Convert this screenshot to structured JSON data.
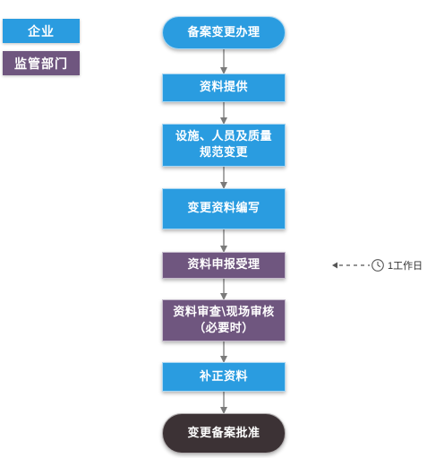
{
  "colors": {
    "enterprise": "#2a9ce0",
    "regulator": "#6f567f",
    "terminal_end": "#3c3235",
    "connector": "#7a7a7a"
  },
  "legend": {
    "enterprise": "企业",
    "regulator": "监管部门"
  },
  "nodes": [
    {
      "id": "n1",
      "role": "enterprise",
      "shape": "terminal",
      "lines": [
        "备案变更办理"
      ]
    },
    {
      "id": "n2",
      "role": "enterprise",
      "shape": "process",
      "lines": [
        "资料提供"
      ]
    },
    {
      "id": "n3",
      "role": "enterprise",
      "shape": "process",
      "lines": [
        "设施、人员及质量",
        "规范变更"
      ]
    },
    {
      "id": "n4",
      "role": "enterprise",
      "shape": "process",
      "lines": [
        "变更资料编写"
      ]
    },
    {
      "id": "n5",
      "role": "regulator",
      "shape": "process",
      "lines": [
        "资料申报受理"
      ]
    },
    {
      "id": "n6",
      "role": "regulator",
      "shape": "process",
      "lines": [
        "资料审查\\现场审核",
        "（必要时）"
      ]
    },
    {
      "id": "n7",
      "role": "enterprise",
      "shape": "process",
      "lines": [
        "补正资料"
      ]
    },
    {
      "id": "n8",
      "role": "end",
      "shape": "terminal",
      "lines": [
        "变更备案批准"
      ]
    }
  ],
  "annotation": {
    "icon": "clock-icon",
    "text": "1工作日"
  }
}
